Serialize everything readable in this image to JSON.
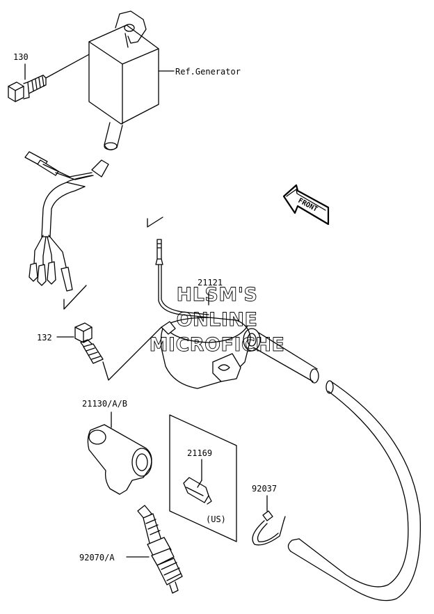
{
  "labels": {
    "bolt_130": "130",
    "ref_generator": "Ref.Generator",
    "front": "FRONT",
    "coil_21121": "21121",
    "bolt_132": "132",
    "cap_21130": "21130/A/B",
    "terminal_21169": "21169",
    "us_note": "(US)",
    "clamp_92037": "92037",
    "plug_92070": "92070/A"
  },
  "watermark": {
    "line1": "HLSM'S",
    "line2": "ONLINE",
    "line3": "MICROFICHE"
  }
}
